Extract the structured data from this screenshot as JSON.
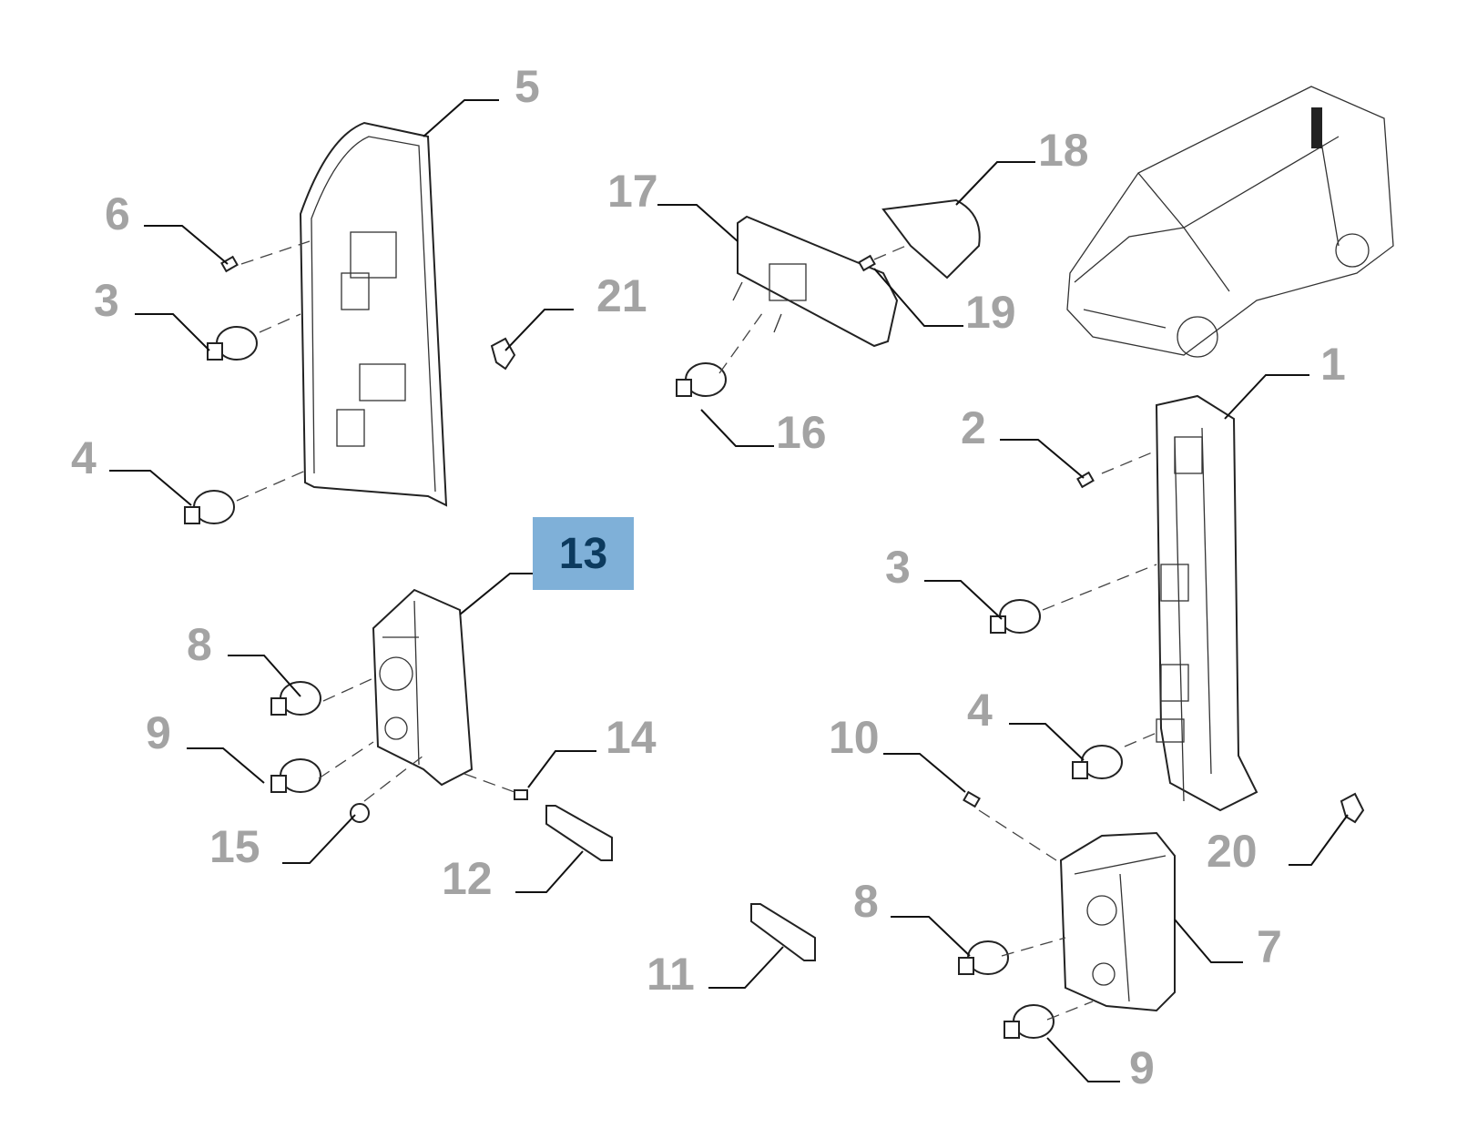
{
  "diagram": {
    "highlighted_callout": "13",
    "highlight_color": "#7fb0d8",
    "label_color": "#a3a3a3",
    "callouts": [
      "5",
      "6",
      "3",
      "4",
      "17",
      "18",
      "19",
      "21",
      "16",
      "2",
      "1",
      "8",
      "9",
      "14",
      "10",
      "3",
      "4",
      "20",
      "15",
      "12",
      "8",
      "7",
      "11",
      "9"
    ],
    "parts": [
      "rear-lamp-left",
      "rear-lamp-right",
      "rear-lamp-small-left",
      "rear-lamp-small-right",
      "third-brake-light",
      "brake-light-cover",
      "bulb",
      "screw",
      "clip",
      "license-plate-light",
      "van-overview"
    ]
  }
}
